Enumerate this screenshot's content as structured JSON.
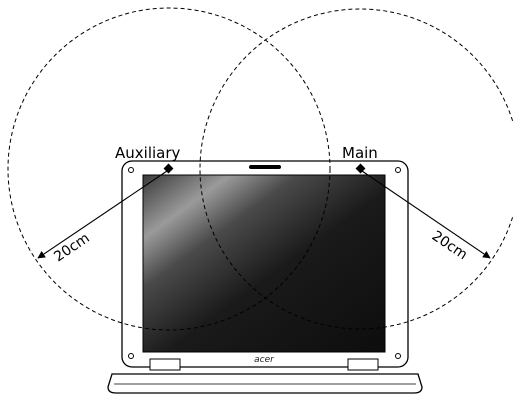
{
  "labels": {
    "auxiliary": "Auxiliary",
    "main": "Main",
    "left_distance": "20cm",
    "right_distance": "20cm"
  },
  "logo": {
    "text": "acer"
  },
  "colors": {
    "line": "#000000",
    "screen_dark": "#111111",
    "screen_highlight": "#9a9a9a",
    "background": "#ffffff"
  }
}
